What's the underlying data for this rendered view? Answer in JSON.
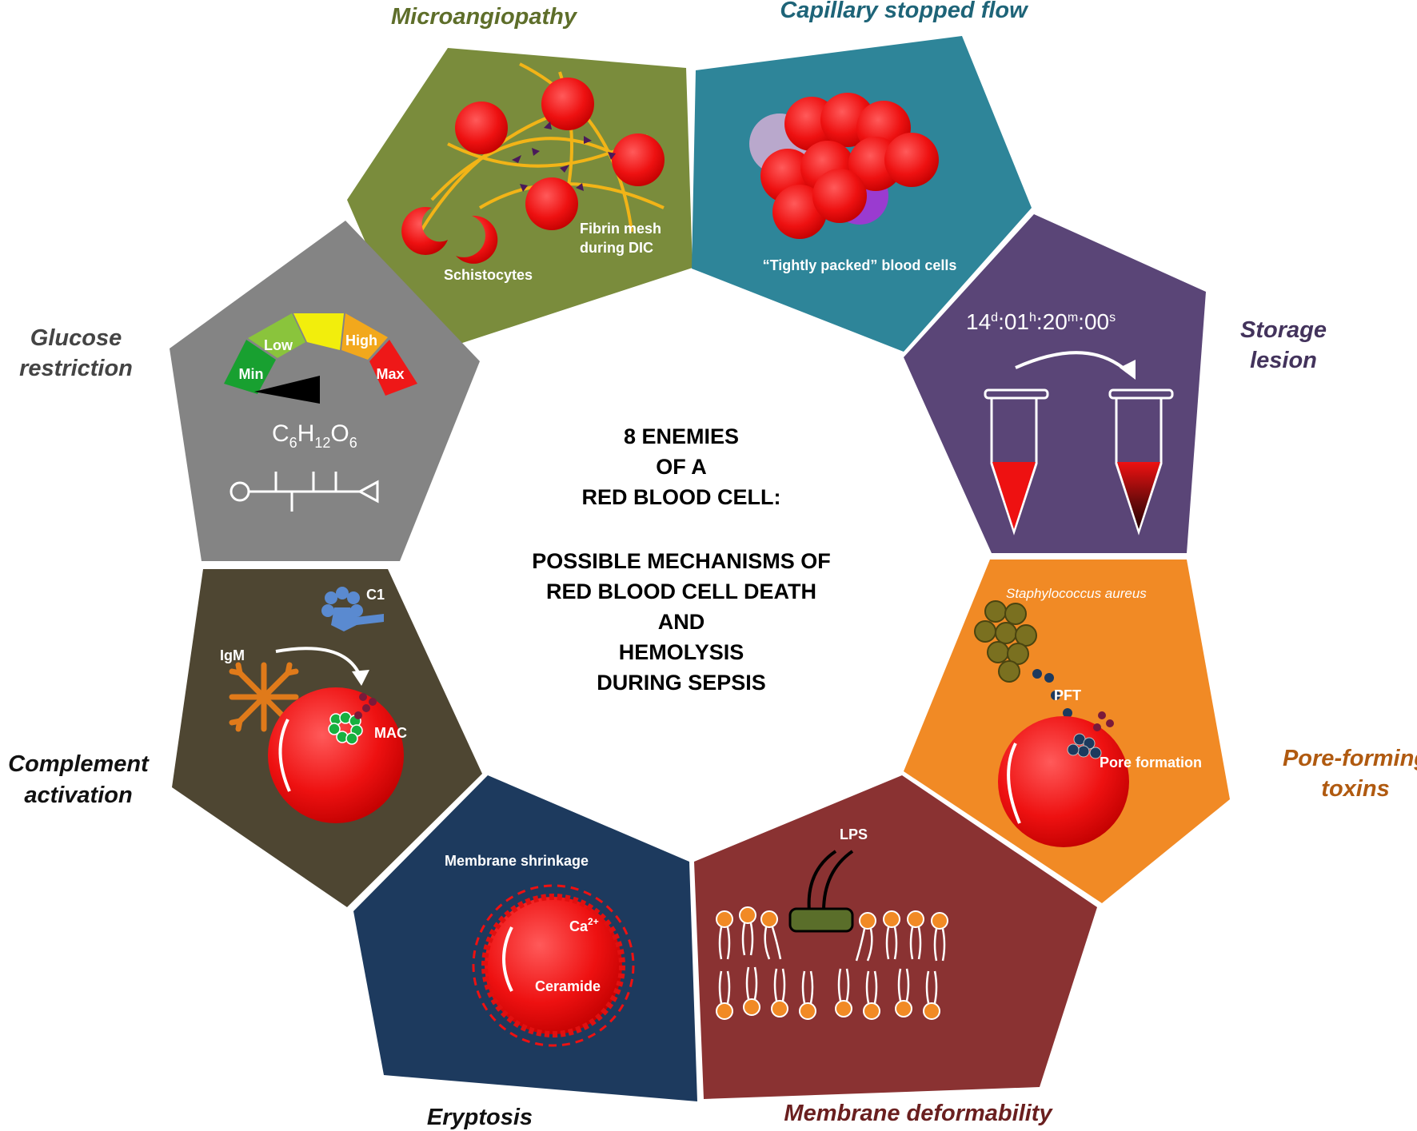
{
  "center": {
    "line1": "8 ENEMIES",
    "line2": "OF A",
    "line3": "RED BLOOD CELL:",
    "line4": "POSSIBLE MECHANISMS OF",
    "line5": "RED BLOOD CELL DEATH",
    "line6": "AND",
    "line7": "HEMOLYSIS",
    "line8": "DURING SEPSIS"
  },
  "panels": {
    "microangiopathy": {
      "title": "Microangiopathy",
      "color": "#7a8c3c",
      "title_color": "#5e6e2a",
      "fibrin_label_1": "Fibrin mesh",
      "fibrin_label_2": "during DIC",
      "schistocytes_label": "Schistocytes"
    },
    "capillary": {
      "title": "Capillary stopped flow",
      "color": "#2e8599",
      "title_color": "#1e6478",
      "caption": "“Tightly packed” blood cells"
    },
    "storage": {
      "title_1": "Storage",
      "title_2": "lesion",
      "color": "#5a4577",
      "title_color": "#43335c",
      "timer": {
        "d": "14",
        "d_unit": "d",
        "h": ":01",
        "h_unit": "h",
        "m": ":20",
        "m_unit": "m",
        "s": ":00",
        "s_unit": "s"
      }
    },
    "pore": {
      "title_1": "Pore-forming",
      "title_2": "toxins",
      "color": "#f18a25",
      "title_color": "#b05a10",
      "organism": "Staphylococcus aureus",
      "pft_label": "PFT",
      "pore_label": "Pore formation"
    },
    "membrane": {
      "title": "Membrane deformability",
      "color": "#8a3232",
      "title_color": "#6a1f1f",
      "lps_label": "LPS"
    },
    "eryptosis": {
      "title": "Eryptosis",
      "color": "#1d3a5e",
      "title_color": "#111111",
      "shrinkage_label": "Membrane shrinkage",
      "ca_label": "Ca",
      "ca_charge": "2+",
      "ceramide_label": "Ceramide"
    },
    "complement": {
      "title_1": "Complement",
      "title_2": "activation",
      "color": "#4e4632",
      "title_color": "#111111",
      "c1_label": "C1",
      "igm_label": "IgM",
      "mac_label": "MAC"
    },
    "glucose": {
      "title_1": "Glucose",
      "title_2": "restriction",
      "color": "#848484",
      "title_color": "#444444",
      "gauge": [
        "Min",
        "Low",
        "",
        "High",
        "Max"
      ],
      "formula": {
        "c": "C",
        "c_sub": "6",
        "h": "H",
        "h_sub": "12",
        "o": "O",
        "o_sub": "6"
      }
    }
  }
}
